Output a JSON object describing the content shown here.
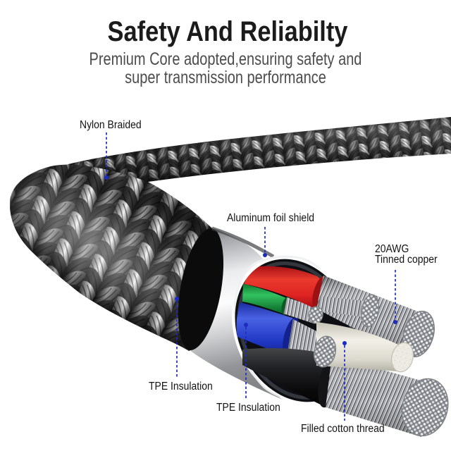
{
  "title": "Safety And Reliabilty",
  "subtitle": {
    "line1": "Premium Core adopted,ensuring safety and",
    "line2": "super transmission performance"
  },
  "labels": {
    "nylon_braided": "Nylon Braided",
    "aluminum_foil_shield": "Aluminum foil shield",
    "awg_line1": "20AWG",
    "awg_line2": "Tinned copper",
    "tpe_insulation_left": "TPE Insulation",
    "tpe_insulation_mid": "TPE Insulation",
    "filled_cotton_thread": "Filled cotton thread"
  },
  "colors": {
    "leader_blue": "#1d2cc0",
    "title_text": "#1b1b1b",
    "subtitle_text": "#4c4c4c",
    "wire_red": "#e02420",
    "wire_green": "#1fa344",
    "wire_blue": "#3050dd",
    "wire_black": "#141414",
    "cotton_white": "#efede6",
    "foil_silver": "#c9c9c9",
    "braid_dark": "#101010"
  }
}
